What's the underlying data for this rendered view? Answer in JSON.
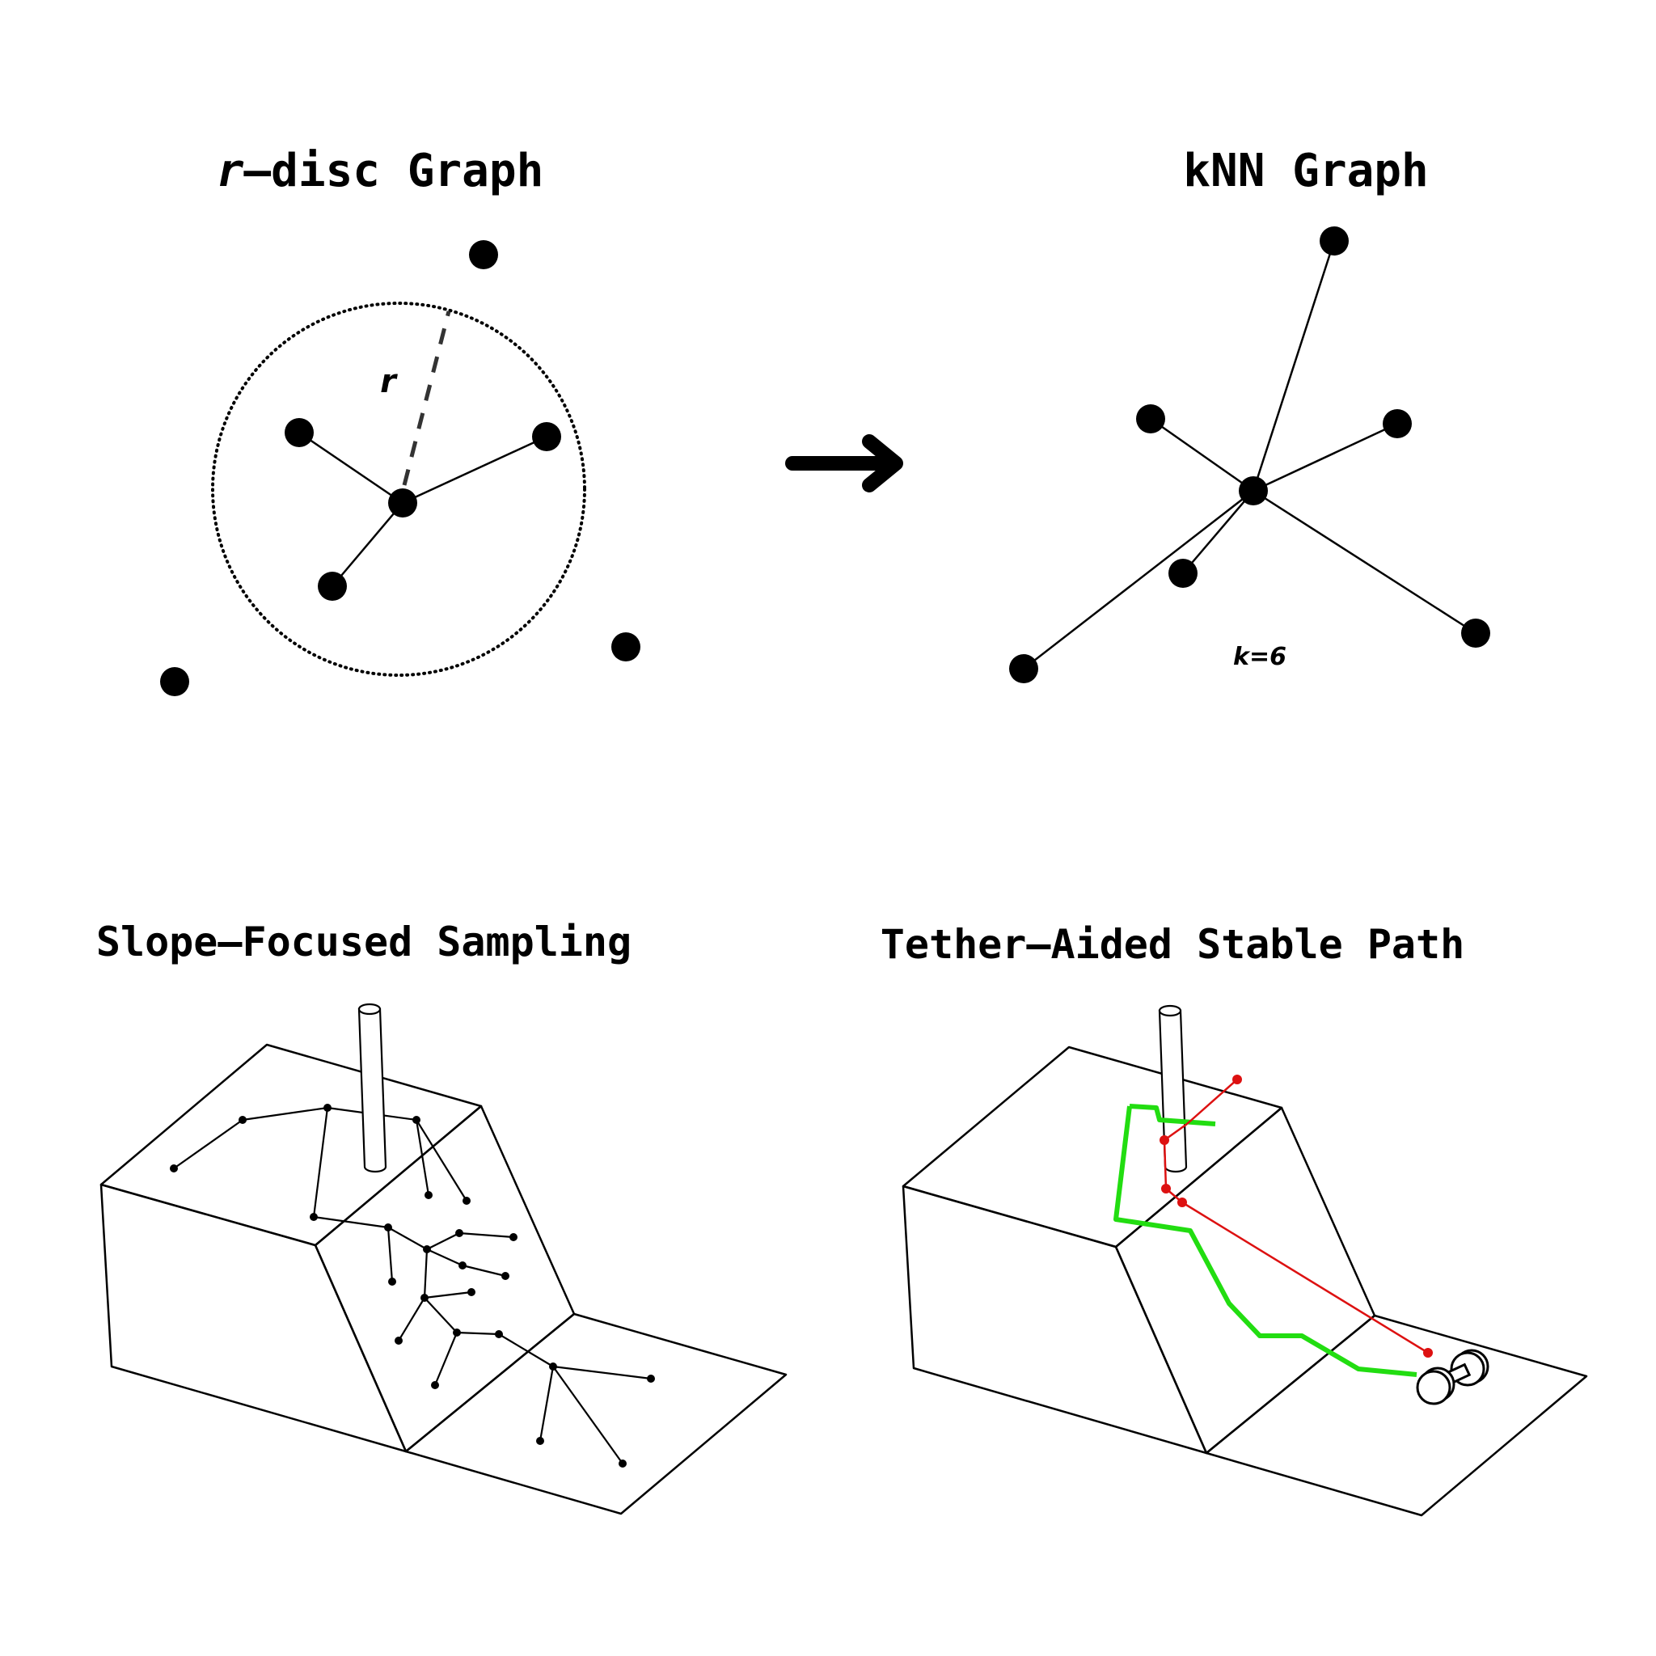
{
  "panels": {
    "rdisc": {
      "title_italic": "r",
      "title_rest": "–disc Graph",
      "radius_label": "r"
    },
    "knn": {
      "title": "kNN Graph",
      "k_label": "k=6"
    },
    "slope": {
      "title": "Slope–Focused Sampling"
    },
    "tether": {
      "title": "Tether–Aided Stable Path"
    }
  },
  "colors": {
    "ink": "#000000",
    "tether": "#dd1111",
    "path": "#22dd11",
    "background": "#ffffff"
  },
  "icons": {
    "arrow": "right-arrow-icon",
    "robot": "robot-wheels-icon"
  }
}
